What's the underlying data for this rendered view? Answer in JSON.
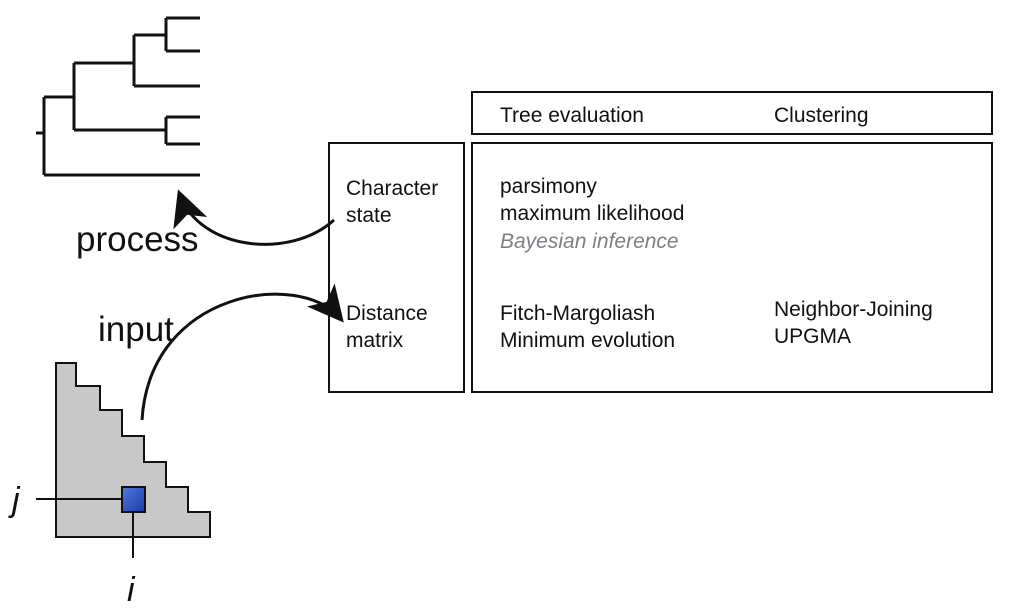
{
  "labels": {
    "process": "process",
    "input": "input",
    "axis_j": "j",
    "axis_i": "i"
  },
  "table": {
    "headers": {
      "tree_evaluation": "Tree evaluation",
      "clustering": "Clustering"
    },
    "rows": {
      "character_state": {
        "label_line1": "Character",
        "label_line2": "state",
        "tree_evaluation": [
          "parsimony",
          "maximum likelihood",
          "Bayesian inference"
        ]
      },
      "distance_matrix": {
        "label_line1": "Distance",
        "label_line2": "matrix",
        "tree_evaluation": [
          "Fitch-Margoliash",
          "Minimum evolution"
        ],
        "clustering": [
          "Neighbor-Joining",
          "UPGMA"
        ]
      }
    }
  },
  "colors": {
    "matrix_fill": "#c8c8c8",
    "highlight_cell": "#2f55c9",
    "muted_text": "#7b7f86"
  }
}
